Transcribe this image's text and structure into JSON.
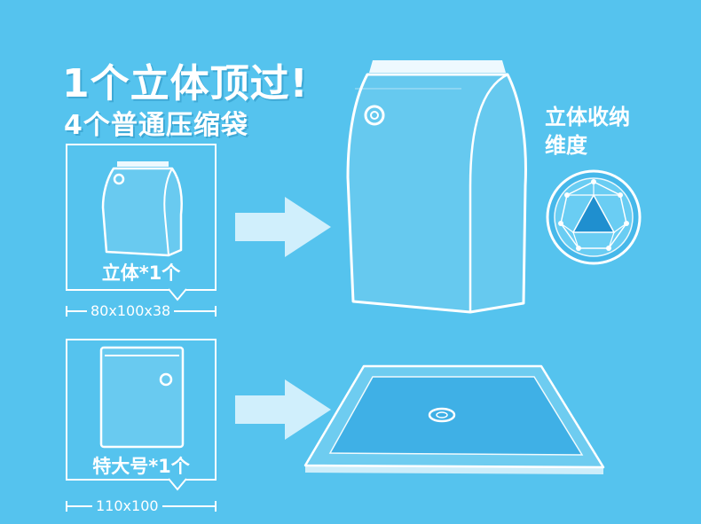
{
  "headline": {
    "line1": "1个立体顶过!",
    "line2": "4个普通压缩袋"
  },
  "products": [
    {
      "label": "立体*1个",
      "dimension": "80x100x38"
    },
    {
      "label": "特大号*1个",
      "dimension": "110x100"
    }
  ],
  "feature": {
    "line1": "立体收纳",
    "line2": "维度"
  },
  "colors": {
    "background": "#55c3ee",
    "line": "#ffffff",
    "accent_dark": "#1f8fcf"
  },
  "icons": [
    "arrow-right-icon",
    "valve-icon",
    "polyhedron-icon"
  ]
}
